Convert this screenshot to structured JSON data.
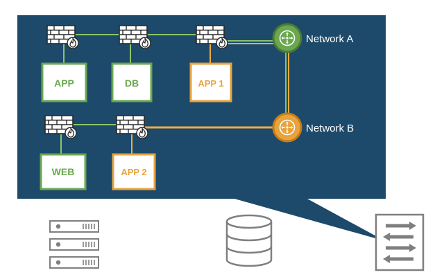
{
  "colors": {
    "panel": "#1d4a6b",
    "green": "#6aa84f",
    "green_dark": "#4e7a33",
    "orange": "#e8a33d",
    "orange_dark": "#c67c17",
    "line_green": "#8cc46a",
    "line_orange": "#f0ab45",
    "icon_gray": "#7f7f7f",
    "white": "#ffffff"
  },
  "networks": {
    "a": {
      "label": "Network A",
      "color": "green"
    },
    "b": {
      "label": "Network B",
      "color": "orange"
    }
  },
  "apps": {
    "app": {
      "label": "APP",
      "color": "green"
    },
    "db": {
      "label": "DB",
      "color": "green"
    },
    "app1": {
      "label": "APP 1",
      "color": "orange"
    },
    "web": {
      "label": "WEB",
      "color": "green"
    },
    "app2": {
      "label": "APP 2",
      "color": "orange"
    }
  },
  "icons": {
    "firewall": "firewall-icon",
    "router": "router-icon",
    "server_rack": "server-rack-icon",
    "database": "database-icon",
    "switch": "switch-icon"
  }
}
